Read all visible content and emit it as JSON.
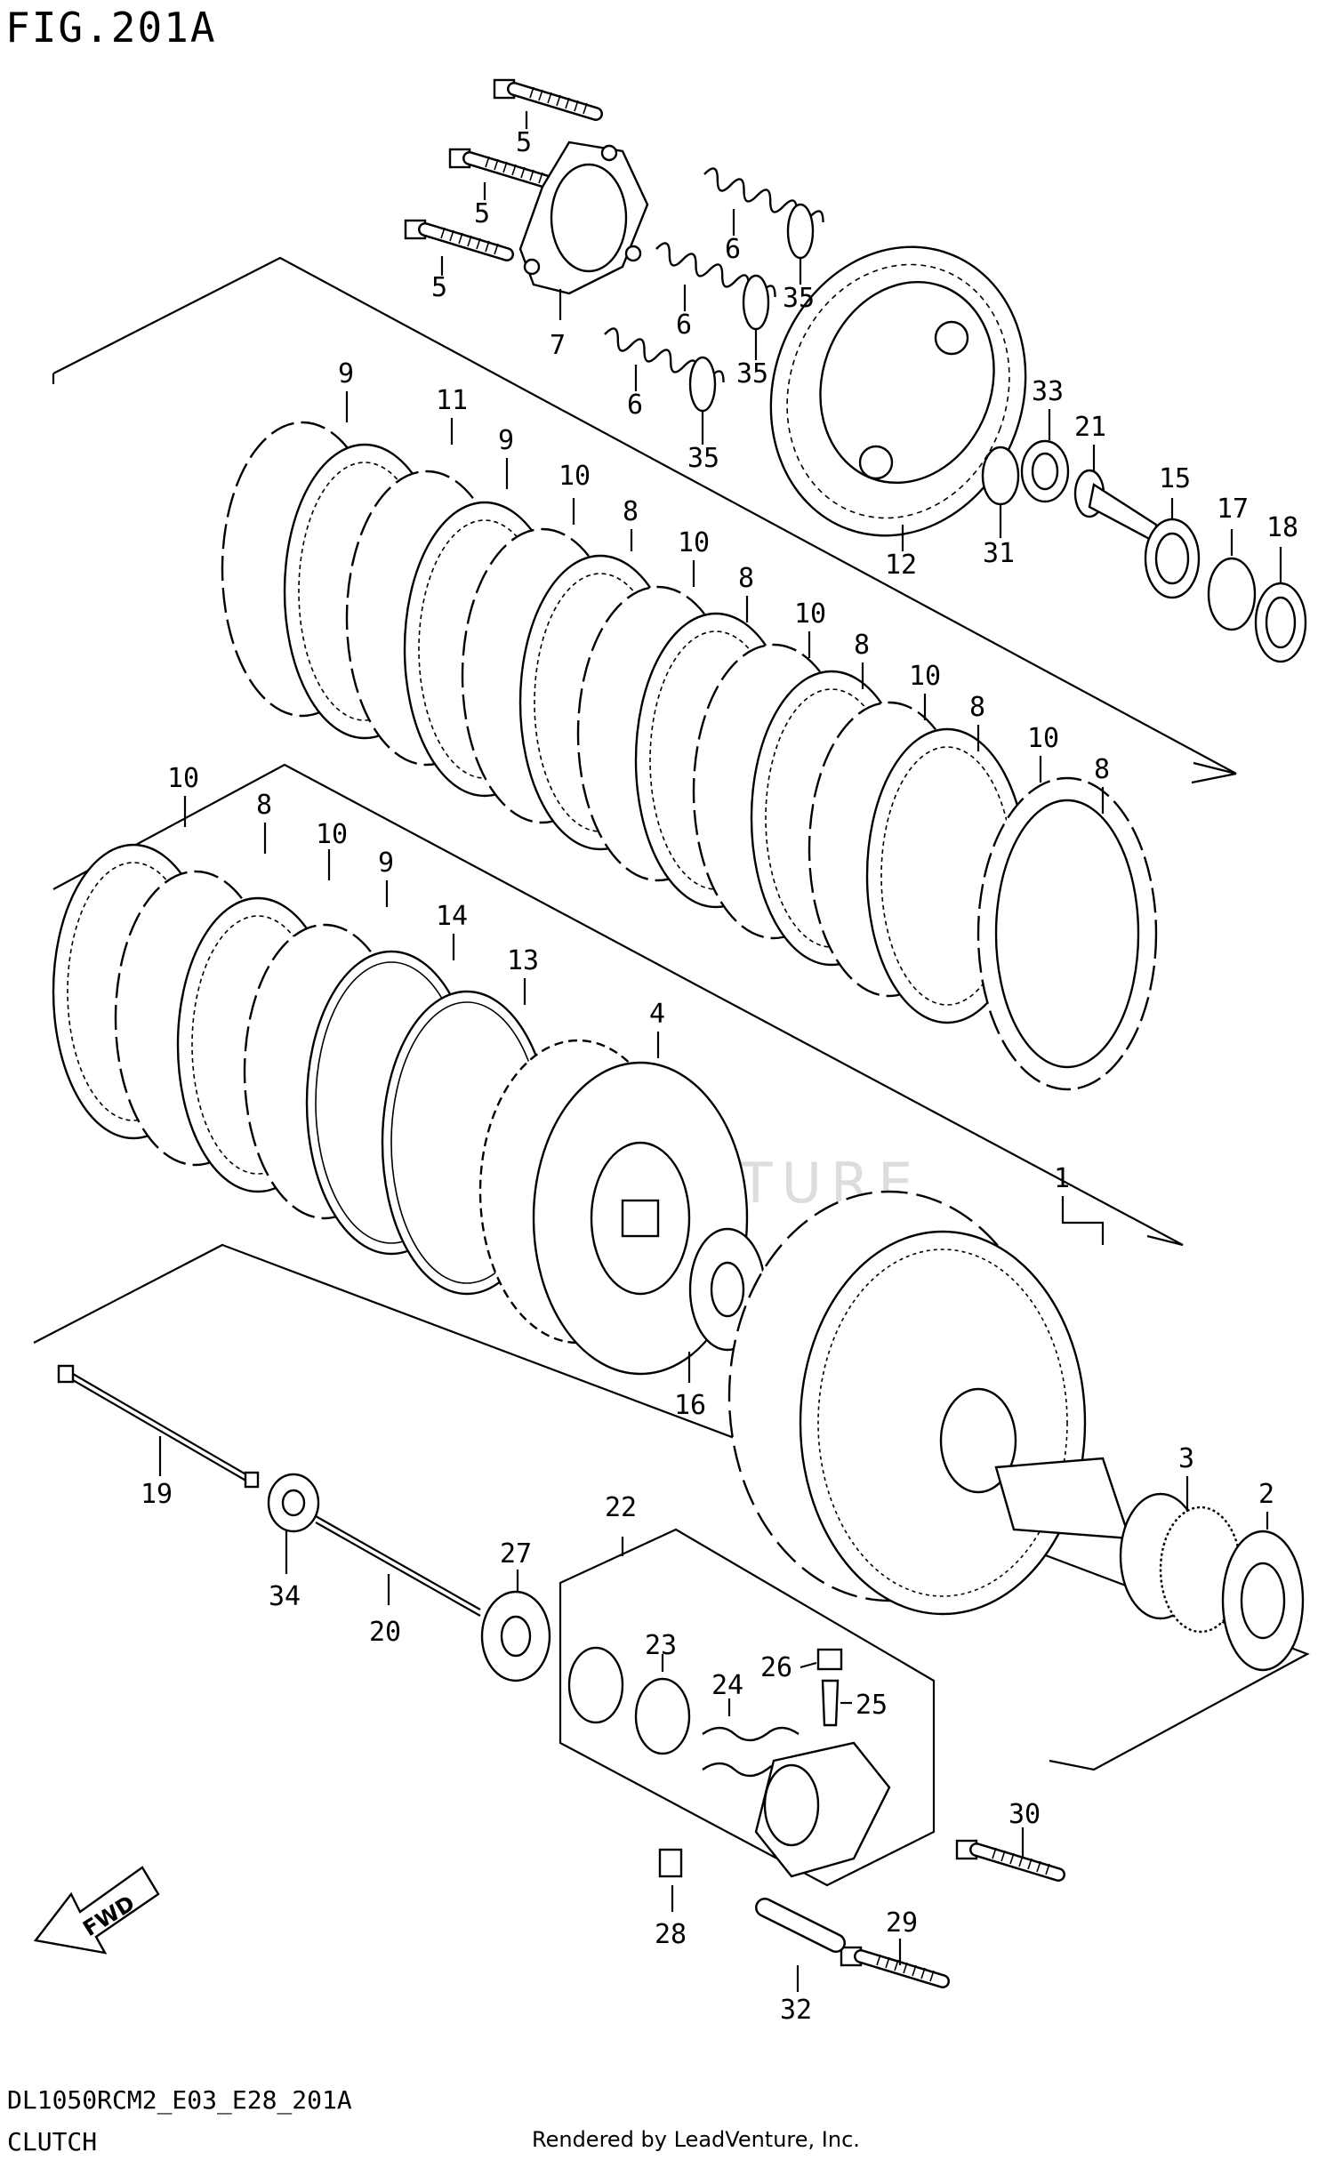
{
  "figure_title": "FIG.201A",
  "footer": {
    "model_code": "DL1050RCM2_E03_E28_201A",
    "section_name": "CLUTCH",
    "rendered_by": "Rendered by LeadVenture, Inc."
  },
  "watermark": "LEADVENTURE",
  "fwd_label": "FWD",
  "callouts": [
    "5",
    "5",
    "5",
    "7",
    "6",
    "6",
    "6",
    "35",
    "35",
    "35",
    "33",
    "21",
    "31",
    "12",
    "15",
    "17",
    "18",
    "9",
    "11",
    "9",
    "10",
    "8",
    "10",
    "8",
    "10",
    "8",
    "10",
    "8",
    "10",
    "8",
    "10",
    "8",
    "10",
    "9",
    "14",
    "13",
    "4",
    "1",
    "16",
    "3",
    "2",
    "19",
    "34",
    "20",
    "27",
    "22",
    "23",
    "26",
    "25",
    "24",
    "30",
    "28",
    "29",
    "32"
  ]
}
